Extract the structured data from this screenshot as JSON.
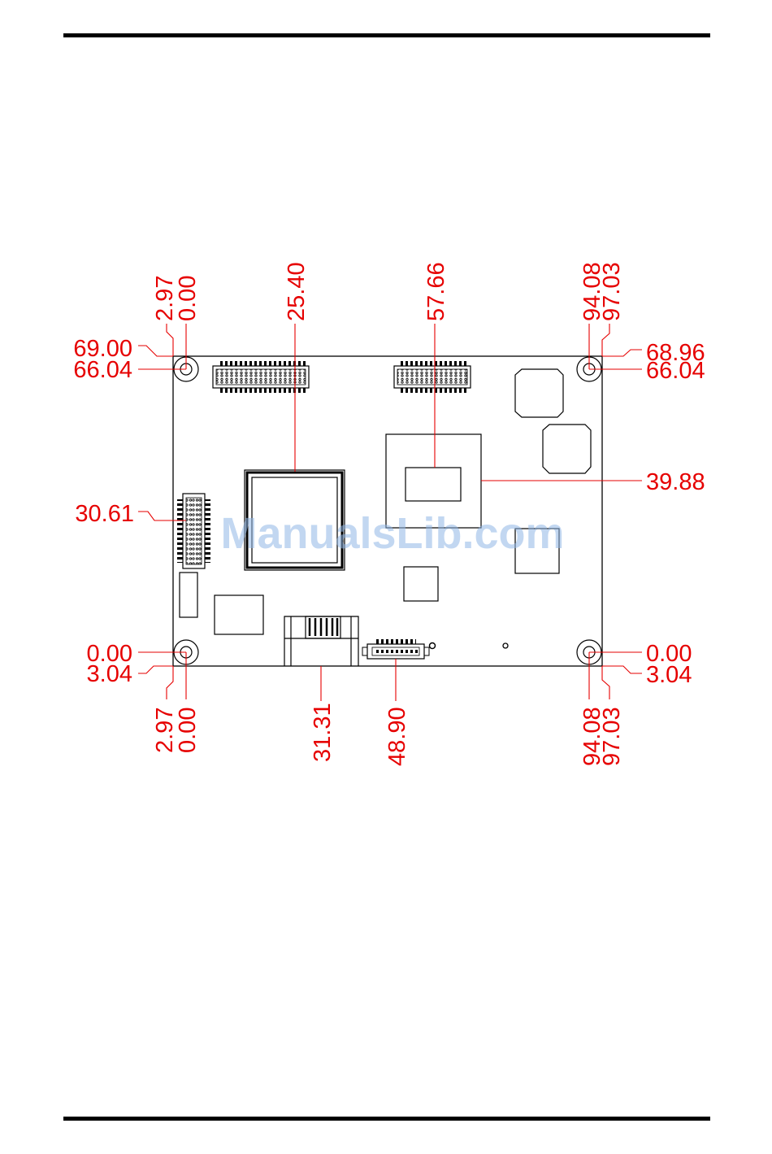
{
  "watermark": "ManualsLib.com",
  "colors": {
    "dimension": "#e60000",
    "outline": "#000000",
    "watermark": "#8fb6e6"
  },
  "dimensions": {
    "top": {
      "d2_97": "2.97",
      "d0_00": "0.00",
      "d25_40": "25.40",
      "d57_66": "57.66",
      "d94_08": "94.08",
      "d97_03": "97.03"
    },
    "bottom": {
      "d2_97": "2.97",
      "d0_00": "0.00",
      "d31_31": "31.31",
      "d48_90": "48.90",
      "d94_08": "94.08",
      "d97_03": "97.03"
    },
    "left": {
      "d69_00": "69.00",
      "d66_04": "66.04",
      "d30_61": "30.61",
      "d0_00": "0.00",
      "d3_04": "3.04"
    },
    "right": {
      "d68_96": "68.96",
      "d66_04": "66.04",
      "d39_88": "39.88",
      "d0_00": "0.00",
      "d3_04": "3.04"
    }
  }
}
